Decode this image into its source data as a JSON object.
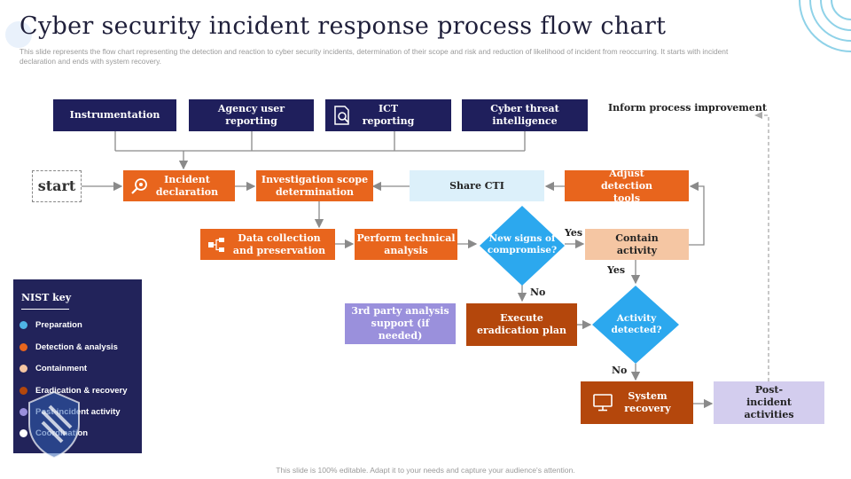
{
  "title": "Cyber security incident response process flow chart",
  "subtitle": "This slide represents the flow chart representing the detection and reaction to cyber security incidents, determination of their scope and risk and reduction of likelihood of incident from reoccurring. It starts with incident declaration and ends with system recovery.",
  "footer": "This slide is 100% editable. Adapt it to your needs and capture your audience's attention.",
  "sources": {
    "instrumentation": "Instrumentation",
    "agency_reporting": "Agency user reporting",
    "ict_reporting": "ICT reporting",
    "cyber_threat_intelligence": "Cyber threat intelligence"
  },
  "flow": {
    "start": "start",
    "incident_declaration": "Incident declaration",
    "investigation_scope": "Investigation scope determination",
    "share_cti": "Share CTI",
    "adjust_detection_tools": "Adjust detection tools",
    "data_collection": "Data collection and preservation",
    "technical_analysis": "Perform technical analysis",
    "new_signs": "New signs of compromise?",
    "contain_activity": "Contain activity",
    "third_party_support": "3rd party analysis support (if needed)",
    "eradication_plan": "Execute eradication plan",
    "activity_detected": "Activity detected?",
    "system_recovery": "System recovery",
    "post_incident": "Post-incident activities",
    "inform_improvement": "Inform process improvement"
  },
  "edge_labels": {
    "yes_contain": "Yes",
    "no_eradicate": "No",
    "yes_activity": "Yes",
    "no_recovery": "No"
  },
  "legend": {
    "title": "NIST key",
    "items": [
      {
        "label": "Preparation",
        "color": "#4fb4e6"
      },
      {
        "label": "Detection & analysis",
        "color": "#e8651d"
      },
      {
        "label": "Containment",
        "color": "#f5c6a3"
      },
      {
        "label": "Eradication & recovery",
        "color": "#b4470c"
      },
      {
        "label": "Post-incident activity",
        "color": "#9a90dc"
      },
      {
        "label": "Coordination",
        "color": "#ffffff"
      }
    ]
  },
  "colors": {
    "navy": "#1f1f5c",
    "orange": "#e8651d",
    "dark_orange": "#b4470c",
    "peach": "#f5c6a3",
    "light_blue": "#dcf0fa",
    "diamond_blue": "#2ca8ee",
    "lavender": "#9a90dc",
    "lilac": "#d3cdee"
  }
}
